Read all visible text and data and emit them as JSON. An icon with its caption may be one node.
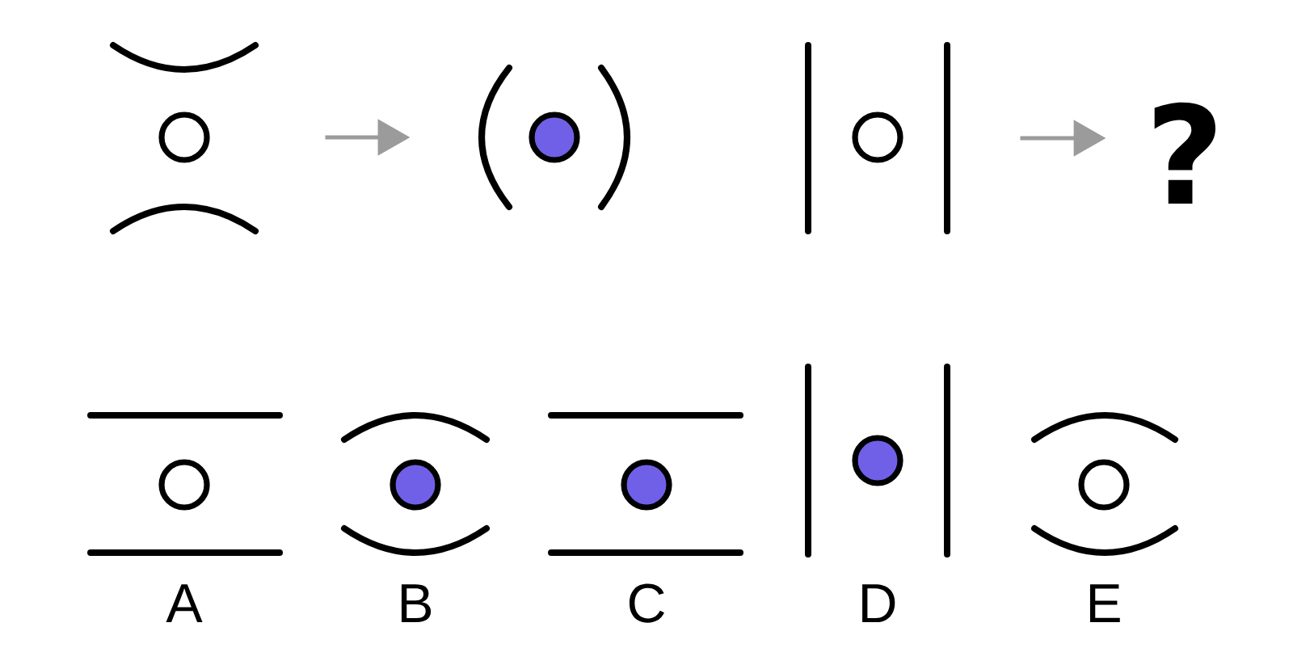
{
  "diagram": {
    "nodes": [
      {
        "text": [],
        "shape": "picture"
      },
      {
        "text": [],
        "shape": "picture"
      },
      {
        "text": [],
        "shape": "picture"
      },
      {
        "text": [
          "?"
        ]
      },
      {
        "text": [],
        "shape": "picture",
        "beside": [
          "A"
        ]
      },
      {
        "text": [],
        "shape": "picture",
        "beside": [
          "B"
        ]
      },
      {
        "text": [],
        "shape": "picture",
        "beside": [
          "C"
        ]
      },
      {
        "text": [],
        "shape": "picture",
        "beside": [
          "D"
        ]
      },
      {
        "text": [],
        "shape": "picture",
        "beside": [
          "E"
        ]
      }
    ],
    "edges": [
      {
        "from": 0,
        "to": 1,
        "arrow": "to"
      },
      {
        "from": 2,
        "to": 3,
        "arrow": "to"
      }
    ]
  }
}
